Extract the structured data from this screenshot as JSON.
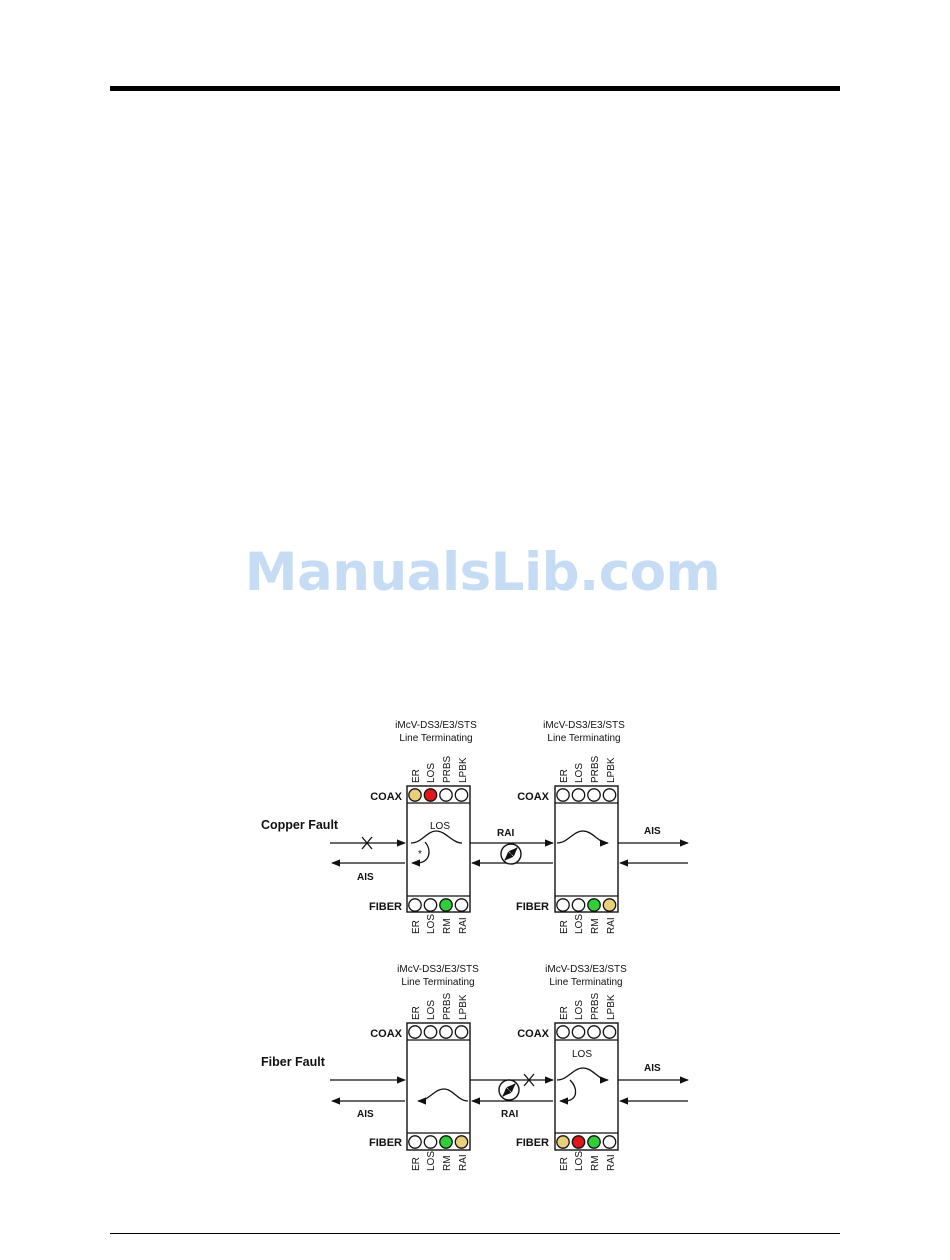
{
  "watermark": "ManualsLib.com",
  "colors": {
    "off": "#ffffff",
    "amber": "#e9cf7a",
    "red": "#e0161b",
    "green": "#2fcf3a",
    "watermark": "#c6dcf5"
  },
  "device_title": "iMcV-DS3/E3/STS",
  "device_subtitle": "Line Terminating",
  "coax_label": "COAX",
  "fiber_label": "FIBER",
  "coax_led_names": [
    "ER",
    "LOS",
    "PRBS",
    "LPBK"
  ],
  "fiber_led_names": [
    "ER",
    "LOS",
    "RM",
    "RAI"
  ],
  "signals": {
    "los": "LOS",
    "rai": "RAI",
    "ais": "AIS",
    "star": "*"
  },
  "scenarios": [
    {
      "fault_label": "Copper Fault",
      "left": {
        "coax_leds": [
          "amber",
          "red",
          "off",
          "off"
        ],
        "fiber_leds": [
          "off",
          "off",
          "green",
          "off"
        ]
      },
      "right": {
        "coax_leds": [
          "off",
          "off",
          "off",
          "off"
        ],
        "fiber_leds": [
          "off",
          "off",
          "green",
          "amber"
        ]
      }
    },
    {
      "fault_label": "Fiber Fault",
      "left": {
        "coax_leds": [
          "off",
          "off",
          "off",
          "off"
        ],
        "fiber_leds": [
          "off",
          "off",
          "green",
          "amber"
        ]
      },
      "right": {
        "coax_leds": [
          "off",
          "off",
          "off",
          "off"
        ],
        "fiber_leds": [
          "amber",
          "red",
          "green",
          "off"
        ]
      }
    }
  ]
}
